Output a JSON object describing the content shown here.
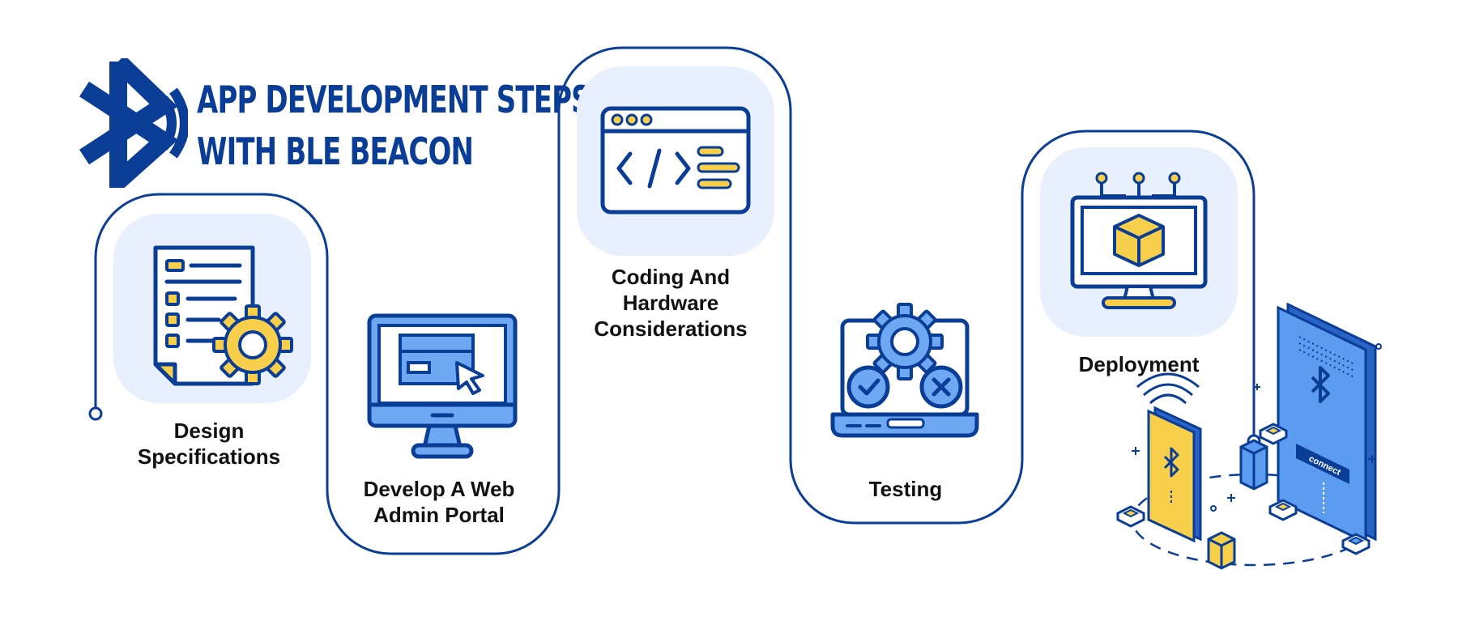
{
  "title": {
    "line1": "APP DEVELOPMENT STEPS",
    "line2": "WITH BLE BEACON"
  },
  "colors": {
    "primary": "#0a3d96",
    "accent": "#f7cf4a",
    "icon_fill": "#6fa8f2",
    "tile": "#e7f0fc",
    "text": "#111111"
  },
  "steps": [
    {
      "label": "Design\nSpecifications",
      "icon": "document-gear-icon"
    },
    {
      "label": "Develop A Web\nAdmin Portal",
      "icon": "monitor-cursor-icon"
    },
    {
      "label": "Coding And\nHardware\nConsiderations",
      "icon": "code-window-icon"
    },
    {
      "label": "Testing",
      "icon": "laptop-gear-check-icon"
    },
    {
      "label": "Deployment",
      "icon": "monitor-cube-icon"
    }
  ],
  "illustration": {
    "button_text": "connect"
  },
  "logo_icon": "bluetooth-signal-icon"
}
